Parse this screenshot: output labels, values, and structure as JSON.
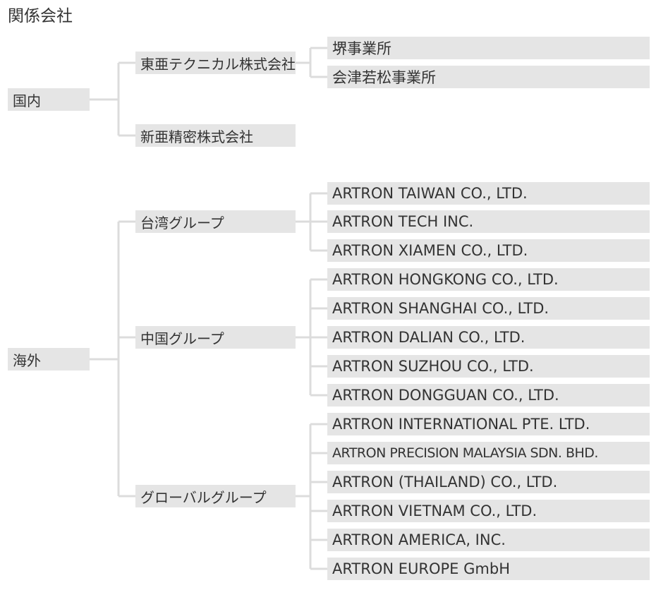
{
  "title": "関係会社",
  "domestic": {
    "label": "国内",
    "groups": [
      {
        "label": "東亜テクニカル株式会社",
        "children": [
          "堺事業所",
          "会津若松事業所"
        ]
      },
      {
        "label": "新亜精密株式会社",
        "children": []
      }
    ]
  },
  "overseas": {
    "label": "海外",
    "groups": [
      {
        "label": "台湾グループ",
        "children": [
          "ARTRON TAIWAN CO., LTD.",
          "ARTRON TECH INC.",
          "ARTRON XIAMEN CO., LTD."
        ]
      },
      {
        "label": "中国グループ",
        "children": [
          "ARTRON HONGKONG CO., LTD.",
          "ARTRON SHANGHAI CO., LTD.",
          "ARTRON DALIAN CO., LTD.",
          "ARTRON SUZHOU CO., LTD.",
          "ARTRON DONGGUAN CO., LTD."
        ]
      },
      {
        "label": "グローバルグループ",
        "children": [
          "ARTRON INTERNATIONAL PTE. LTD.",
          "ARTRON PRECISION MALAYSIA SDN. BHD.",
          "ARTRON (THAILAND) CO., LTD.",
          "ARTRON VIETNAM CO., LTD.",
          "ARTRON AMERICA, INC.",
          "ARTRON EUROPE GmbH"
        ]
      }
    ]
  },
  "colors": {
    "box_fill": "#e5e5e5",
    "connector": "#dcdcdc",
    "text": "#333333"
  }
}
